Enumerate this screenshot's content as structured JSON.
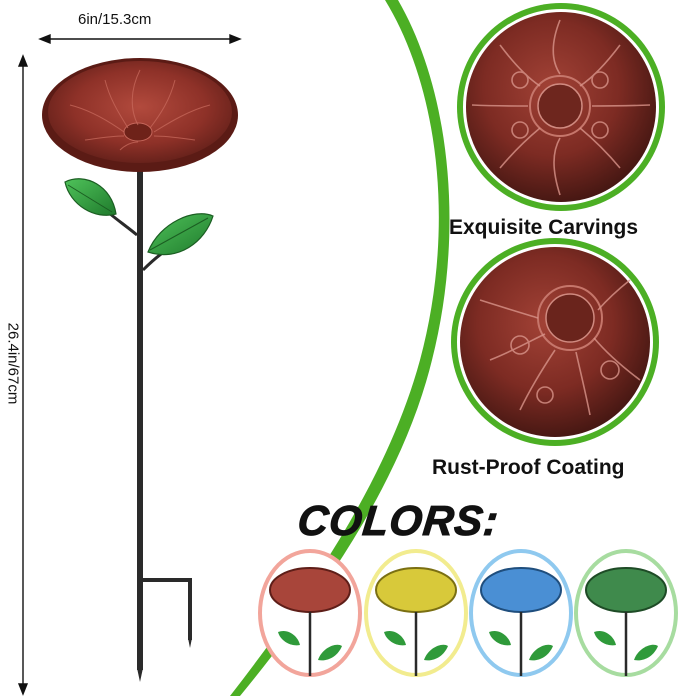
{
  "dimensions": {
    "width_label": "6in/15.3cm",
    "height_label": "26.4in/67cm"
  },
  "features": [
    {
      "label": "Exquisite Carvings"
    },
    {
      "label": "Rust-Proof Coating"
    }
  ],
  "colors_section": {
    "heading": "COLORS:",
    "variants": [
      {
        "color": "red",
        "ring": "#f2a59b",
        "bowl": "#a8453a"
      },
      {
        "color": "yellow",
        "ring": "#f2ec8f",
        "bowl": "#d8c93a"
      },
      {
        "color": "blue",
        "ring": "#8fc9ef",
        "bowl": "#4a8fd4"
      },
      {
        "color": "green",
        "ring": "#a7dca0",
        "bowl": "#3f8a4c"
      }
    ]
  },
  "palette": {
    "accent_green": "#4caf24",
    "bowl_red": "#9c3a30",
    "stake": "#2a2a2a",
    "leaf": "#2f9a3a"
  }
}
